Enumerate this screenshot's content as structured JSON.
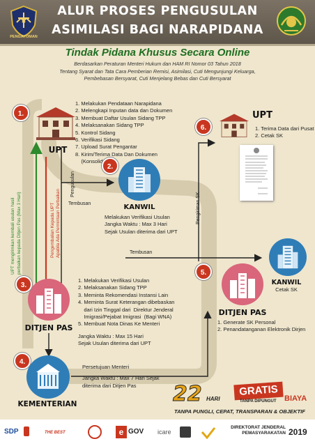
{
  "header": {
    "title_line1": "ALUR PROSES PENGUSULAN",
    "title_line2": "ASIMILASI BAGI NARAPIDANA",
    "subtitle": "Tindak Pidana Khusus Secara Online",
    "logo_left_text": "PENGAYOMAN",
    "basis_line1": "Berdasarkan Peraturan Menteri Hukum dan HAM RI Nomor 03 Tahun 2018",
    "basis_line2": "Tentang Syarat dan Tata Cara Pemberian Remisi, Asimilasi, Cuti Mengunjungi Keluarga,",
    "basis_line3": "Pembebasan Bersyarat, Cuti Menjelang Bebas dan Cuti Bersyarat"
  },
  "nodes": {
    "upt": {
      "badge": "1.",
      "label": "UPT"
    },
    "kanwil": {
      "badge": "2.",
      "label": "KANWIL"
    },
    "ditjen_pas": {
      "badge": "3.",
      "label": "DITJEN PAS"
    },
    "kementerian": {
      "badge": "4.",
      "label": "KEMENTERIAN"
    },
    "ditjen_pas_final": {
      "badge": "5.",
      "label": "DITJEN PAS"
    },
    "upt_final": {
      "badge": "6.",
      "label": "UPT"
    },
    "kanwil_final": {
      "label": "KANWIL",
      "caption": "Cetak SK"
    }
  },
  "upt_steps": [
    "1. Melakukan Pendataan Narapidana",
    "2. Melengkapi Inputan data dan Dokumen",
    "3. Membuat Daftar Usulan Sidang TPP",
    "4. Melaksanakan Sidang TPP",
    "5. Kontrol Sidang",
    "6. Verifikasi Sidang",
    "7. Upload Surat Pengantar",
    "8. Kirim/Terima Data Dan Dokumen",
    "    (Konsolidasi)"
  ],
  "upt_final_steps": [
    "1. Terima Data dari Pusat",
    "2. Cetak SK"
  ],
  "kanwil_text": [
    "Melakukan Verifikasi Usulan",
    "Jangka Waktu : Max 3 Hari",
    "Sejak Usulan diterima dari UPT"
  ],
  "ditjen_steps": [
    "1. Melakukan Verifikasi Usulan",
    "2. Melaksanakan Sidang TPP",
    "3. Meminta Rekomendasi Instansi Lain",
    "4. Meminta Surat Keterangan dibebaskan",
    "    dari Izin Tinggal dari  Direktur Jenderal",
    "    Imigrasi/Pejabat Imigrasi  (Bagi WNA)",
    "5. Membuat Nota Dinas Ke Menteri"
  ],
  "ditjen_time": [
    "Jangka Waktu : Max 15 Hari",
    "Sejak Usulan diterima dari UPT"
  ],
  "kementerian_text": [
    "Persetujuan Menteri",
    "Jangka Waktu : Max 7 Hari Sejak",
    "diterima dari Ditjen Pas"
  ],
  "ditjen_final_steps": [
    "1. Generate SK Personal",
    "2. Penandatanganan Elektronik  Dirjen"
  ],
  "arrow_labels": {
    "pengusulan": "Pengusulan",
    "tembusan_1": "Tembusan",
    "tembusan_2": "Tembusan",
    "pengiriman_sk": "Pengiriman SK",
    "return_1": "UPT mengirimkan kembali usulan hasil",
    "return_2": "perbaikan kepada Ditjen Pas (Max 3 Hari)",
    "revise_1": "Pengembalian Kepada UPT",
    "revise_2": "Apabila Ada Permintaan Perbaikan"
  },
  "promo": {
    "days_number": "22",
    "days_unit": "HARI",
    "gratis": "GRATIS",
    "tanpa_dipungut": "TANPA DIPUNGUT",
    "biaya": "BIAYA",
    "tagline": "TANPA PUNGLI, CEPAT, TRANSPARAN & OBJEKTIF"
  },
  "footer": {
    "logo_sdp": "SDP",
    "logo_best": "THE BEST",
    "logo_egov": "GOV",
    "logo_icare": "icare",
    "org_line1": "DIREKTORAT JENDERAL",
    "org_line2": "PEMASYARAKATAN",
    "year": "2019"
  },
  "colors": {
    "header": "#6d6457",
    "accent_red": "#c9361f",
    "accent_green": "#1f6e22",
    "background": "#efe6cd",
    "circle_blue": "#2f7db7",
    "circle_pink": "#d9667b"
  },
  "icons": [
    "building-icon",
    "office-tower-icon",
    "document-icon",
    "shield-logo-icon",
    "emblem-logo-icon"
  ]
}
